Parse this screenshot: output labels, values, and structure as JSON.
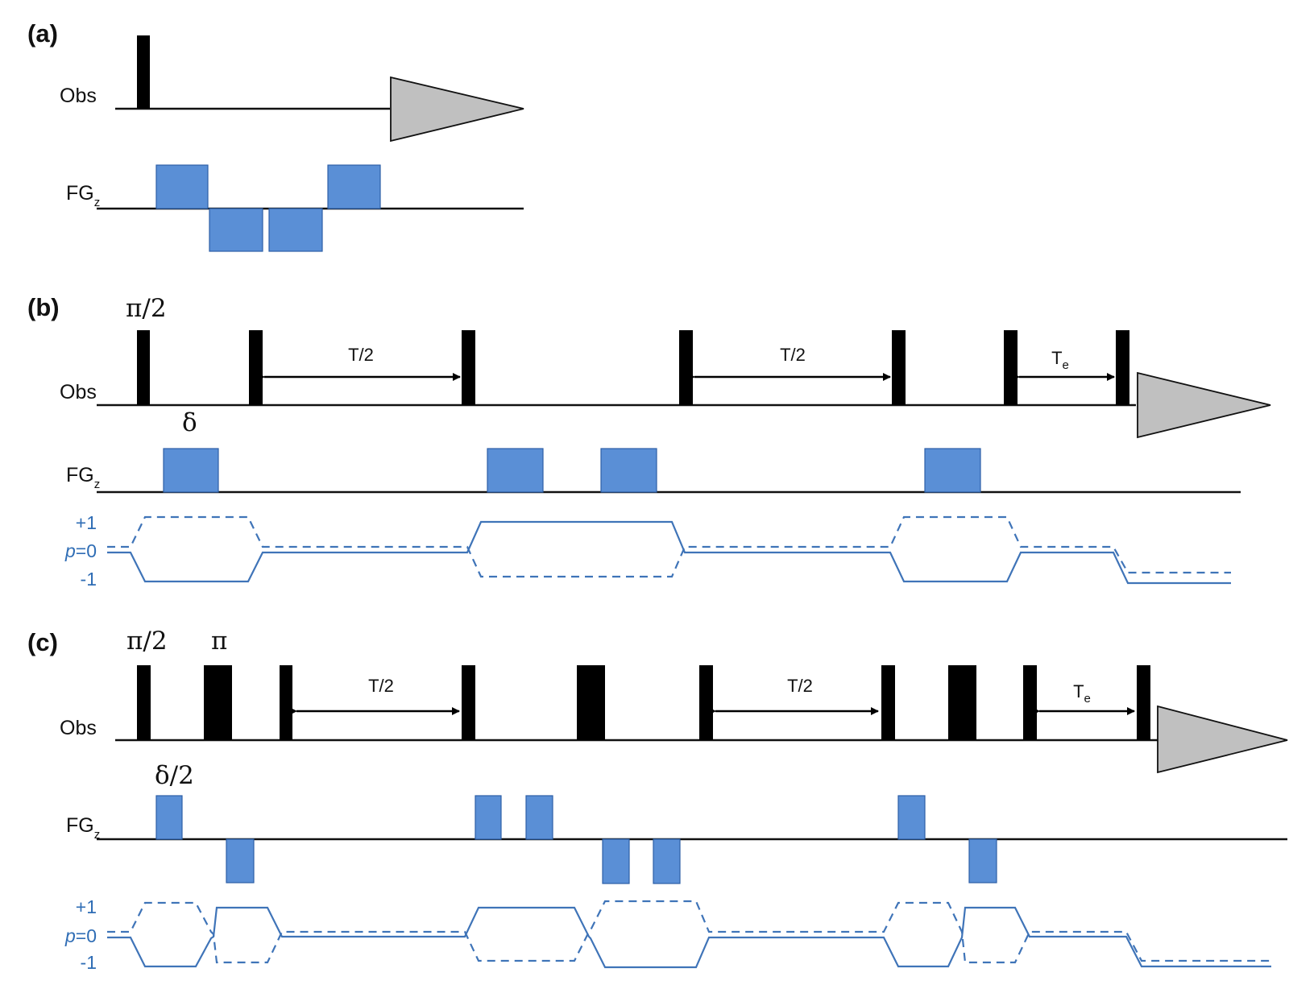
{
  "panels": [
    {
      "id": "a",
      "label": "(a)",
      "obs_label": "Obs",
      "fg_label": "FG",
      "fg_sub": "z"
    },
    {
      "id": "b",
      "label": "(b)",
      "obs_label": "Obs",
      "fg_label": "FG",
      "fg_sub": "z",
      "rf_annotation": "π/2",
      "grad_annotation": "δ",
      "delays": [
        {
          "text": "T/2",
          "sub": ""
        },
        {
          "text": "T/2",
          "sub": ""
        },
        {
          "text": "T",
          "sub": "e"
        }
      ],
      "coherence_labels": {
        "plus": "+1",
        "zero": "p=0",
        "zero_italic": "p",
        "zero_rest": "=0",
        "minus": "-1"
      }
    },
    {
      "id": "c",
      "label": "(c)",
      "obs_label": "Obs",
      "fg_label": "FG",
      "fg_sub": "z",
      "rf_annotation": "π/2",
      "rf_annotation_2": "π",
      "grad_annotation": "δ/2",
      "delays": [
        {
          "text": "T/2",
          "sub": ""
        },
        {
          "text": "T/2",
          "sub": ""
        },
        {
          "text": "T",
          "sub": "e"
        }
      ],
      "coherence_labels": {
        "plus": "+1",
        "zero_italic": "p",
        "zero_rest": "=0",
        "minus": "-1"
      }
    }
  ],
  "colors": {
    "gradient_fill": "#5a8fd6",
    "coherence_path": "#3f74b8",
    "acquisition_fill": "#c0c0c0",
    "rf_pulse": "#000000"
  }
}
